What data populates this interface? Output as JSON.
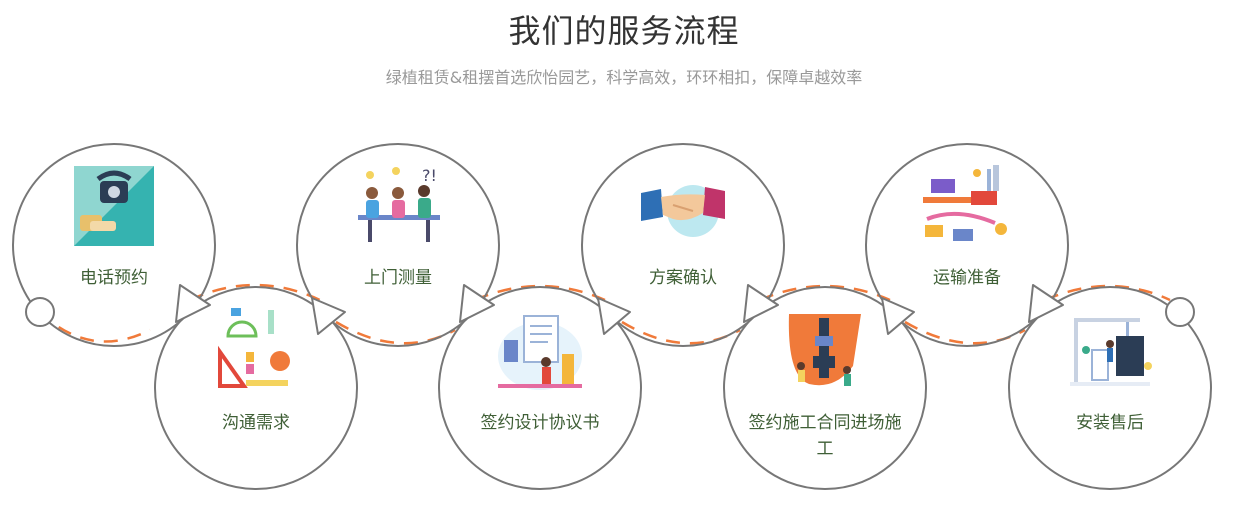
{
  "header": {
    "title": "我们的服务流程",
    "subtitle": "绿植租赁&租摆首选欣怡园艺，科学高效，环环相扣，保障卓越效率"
  },
  "steps": [
    {
      "label": "电话预约",
      "icon": "telephone-icon"
    },
    {
      "label": "沟通需求",
      "icon": "drafting-tools-icon"
    },
    {
      "label": "上门测量",
      "icon": "team-meeting-icon"
    },
    {
      "label": "签约设计协议书",
      "icon": "contract-signing-icon"
    },
    {
      "label": "方案确认",
      "icon": "handshake-icon"
    },
    {
      "label": "签约施工合同进场施工",
      "icon": "construction-icon"
    },
    {
      "label": "运输准备",
      "icon": "logistics-icon"
    },
    {
      "label": "安装售后",
      "icon": "installation-icon"
    }
  ],
  "colors": {
    "ring": "#777777",
    "dash": "#f07a3a",
    "label": "#3f5f36",
    "title": "#333333",
    "subtitle": "#999999"
  }
}
